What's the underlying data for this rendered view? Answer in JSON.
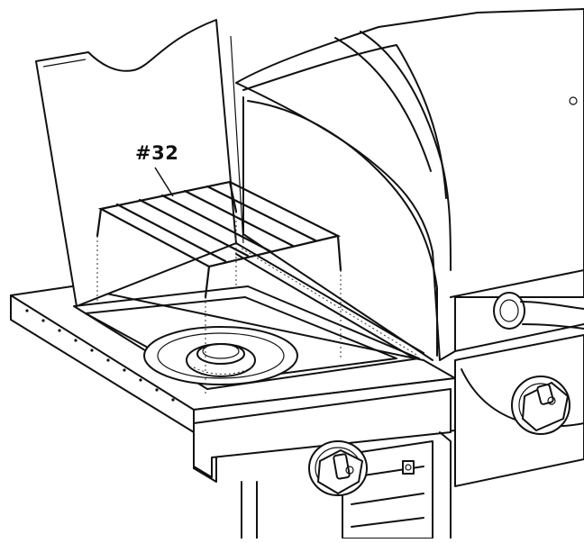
{
  "callout": {
    "part_label": "#32"
  },
  "icons": [
    "side-burner-lid",
    "warming-rack",
    "side-burner",
    "control-knob",
    "grill-hood",
    "gas-regulator"
  ]
}
